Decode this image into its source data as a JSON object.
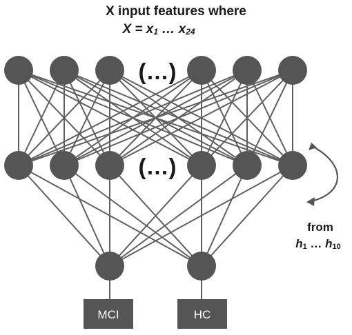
{
  "title": {
    "line1": "X input features where",
    "line2_var": "X",
    "line2_eq": " = ",
    "line2_x1": "x",
    "line2_sub1": "1",
    "line2_dots": " … ",
    "line2_x24": "x",
    "line2_sub24": "24"
  },
  "ellipsis_top": "(…)",
  "ellipsis_hidden": "(…)",
  "annotation": {
    "line1": "from",
    "h1": "h",
    "sub1": "1",
    "dots": " … ",
    "h10": "h",
    "sub10": "10"
  },
  "outputs": [
    "MCI",
    "HC"
  ],
  "colors": {
    "node": "#555555",
    "edge": "#5f5f5f",
    "text": "#1a1a1a"
  }
}
